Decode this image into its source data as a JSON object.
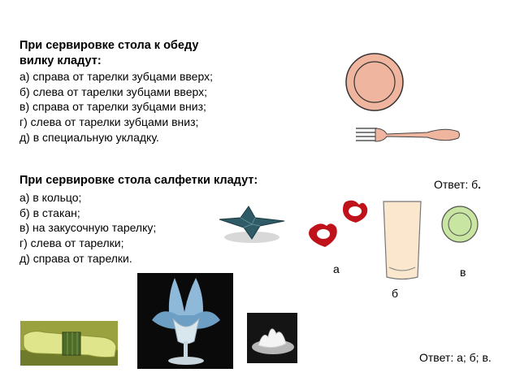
{
  "question1": {
    "title_line1": "При сервировке стола к обеду",
    "title_line2": "вилку кладут:",
    "options": [
      "а) справа от тарелки зубцами вверх;",
      "б) слева от тарелки зубцами вверх;",
      "в) справа от тарелки зубцами вниз;",
      "г) слева от тарелки зубцами вниз;",
      "д) в специальную укладку."
    ],
    "answer_prefix": "Ответ: б",
    "answer_suffix": "."
  },
  "question2": {
    "title": "При сервировке стола салфетки кладут:",
    "options": [
      "а) в кольцо;",
      "б) в стакан;",
      "в) на закусочную тарелку;",
      "г) слева от тарелки;",
      "д) справа от тарелки."
    ],
    "answer": "Ответ: а; б; в."
  },
  "image_labels": {
    "a": "а",
    "b": "б",
    "v": "в"
  },
  "icons": [
    "plate-icon",
    "fork-icon",
    "folded-napkin-icon",
    "napkin-rings-icon",
    "glass-icon",
    "small-plate-icon",
    "napkin-in-wineglass-photo",
    "rolled-napkin-photo",
    "napkin-on-plate-photo"
  ]
}
